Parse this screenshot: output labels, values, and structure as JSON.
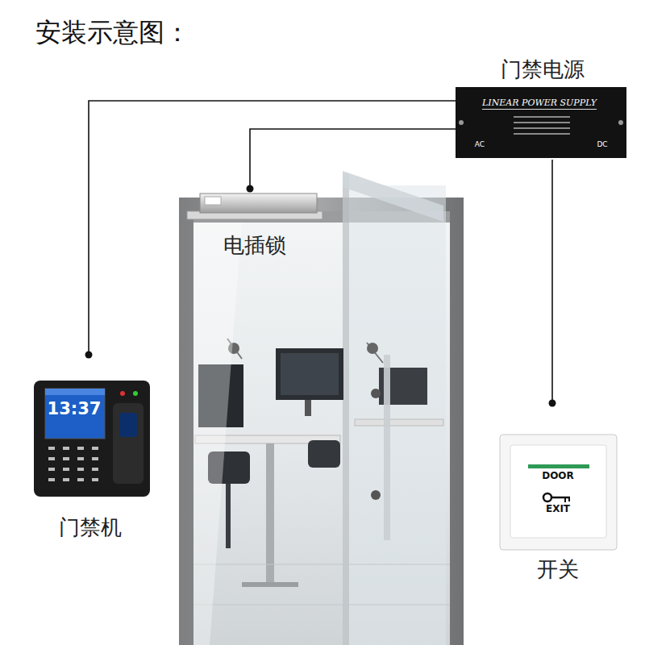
{
  "diagram": {
    "title": "安装示意图：",
    "nodes": [
      {
        "text": [
          "门禁电源",
          "LINEAR POWER SUPPLY",
          "AC",
          "DC"
        ]
      },
      {
        "text": [
          "电插锁"
        ]
      },
      {
        "text": [
          "门禁机",
          "13:37"
        ]
      },
      {
        "text": [
          "开关",
          "DOOR",
          "EXIT"
        ]
      }
    ],
    "edges": [
      {
        "from": 0,
        "to": 2,
        "arrow": "none"
      },
      {
        "from": 0,
        "to": 1,
        "arrow": "none"
      },
      {
        "from": 0,
        "to": 3,
        "arrow": "none"
      }
    ]
  }
}
